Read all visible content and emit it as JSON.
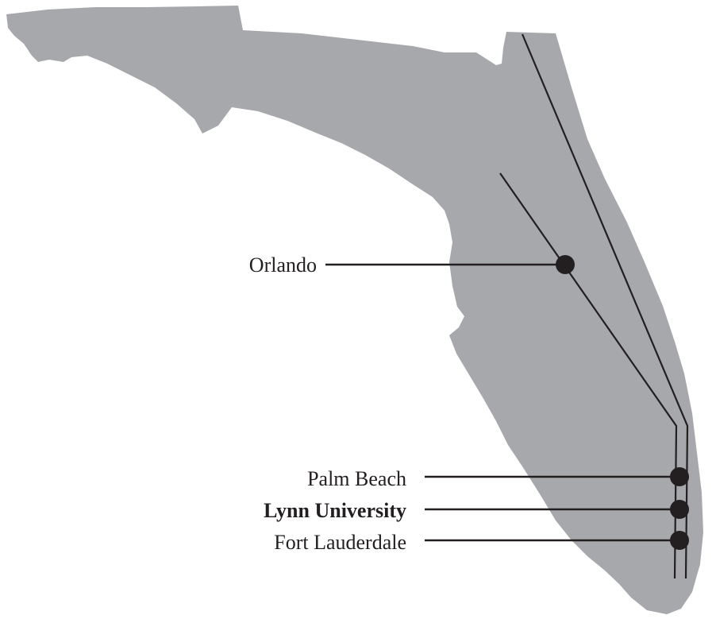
{
  "map": {
    "land_color": "#a7a8ab",
    "ink_color": "#231f20",
    "background_color": "#ffffff"
  },
  "cities": {
    "orlando": {
      "label": "Orlando"
    },
    "palm_beach": {
      "label": "Palm Beach"
    },
    "lynn_university": {
      "label": "Lynn University",
      "emphasis": "bold"
    },
    "fort_lauderdale": {
      "label": "Fort Lauderdale"
    }
  }
}
